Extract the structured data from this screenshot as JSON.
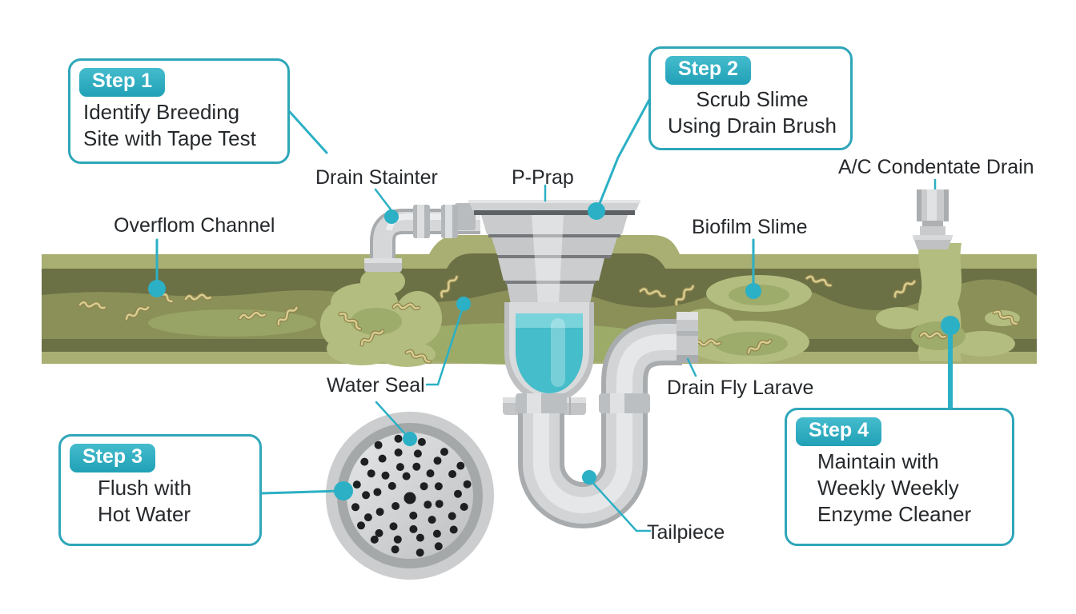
{
  "steps": [
    {
      "badge": "Step 1",
      "lines": [
        "Identify Breeding",
        "Site with Tape Test"
      ]
    },
    {
      "badge": "Step 2",
      "lines": [
        "Scrub Slime",
        "Using Drain Brush"
      ]
    },
    {
      "badge": "Step 3",
      "lines": [
        "Flush with",
        "Hot Water"
      ]
    },
    {
      "badge": "Step 4",
      "lines": [
        "Maintain with",
        "Weekly Weekly",
        "Enzyme Cleaner"
      ]
    }
  ],
  "labels": {
    "drain_strainer": "Drain Stainter",
    "p_trap": "P-Prap",
    "ac_condensate_drain": "A/C Condentate Drain",
    "overflow_channel": "Overflom Channel",
    "biofilm_slime": "Biofilm Slime",
    "water_seal": "Water Seal",
    "drain_fly_larvae": "Drain Fly Larave",
    "tailpiece": "Tailpiece"
  },
  "colors": {
    "accent_teal": "#2bb0c5",
    "callout_border": "#2fa6ba",
    "channel_light": "#a9ae72",
    "channel_dark": "#6c7045",
    "channel_sludge": "#8b9059",
    "slime_light": "#b2bd7f",
    "slime_mid": "#9dab6b",
    "larva_tan": "#d9cd8f",
    "pipe_gray": "#d2d4d6",
    "water_teal": "#45bdca",
    "text_dark": "#26292c"
  }
}
